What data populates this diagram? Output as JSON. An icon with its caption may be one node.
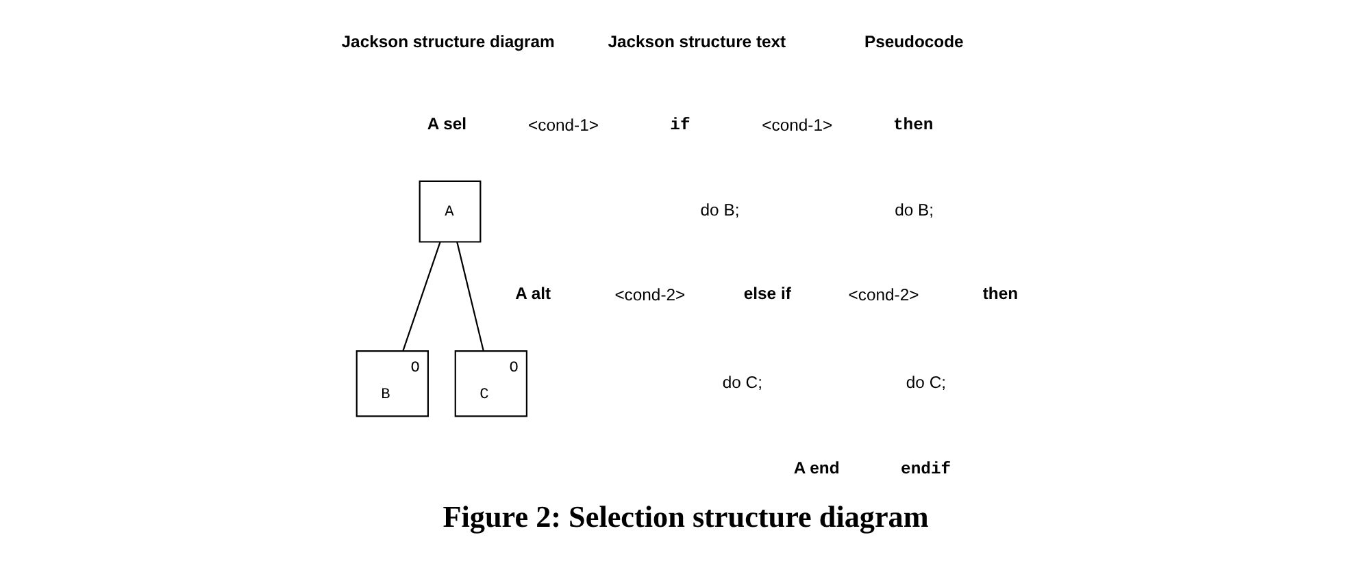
{
  "diagram": {
    "caption": "Figure 2: Selection structure diagram",
    "nodes": [
      {
        "text": [
          "A"
        ]
      },
      {
        "text": [
          "B",
          "O"
        ]
      },
      {
        "text": [
          "C",
          "O"
        ]
      }
    ],
    "edges": [
      {
        "from": 0,
        "to": 1,
        "arrow": "none"
      },
      {
        "from": 0,
        "to": 2,
        "arrow": "none"
      }
    ],
    "labels": [
      "Jackson structure diagram",
      "Jackson structure text",
      "Pseudocode",
      "A sel",
      "<cond-1>",
      "if",
      "<cond-1>",
      "then",
      "do B;",
      "do B;",
      "A alt",
      "<cond-2>",
      "else if",
      "<cond-2>",
      "then",
      "do C;",
      "do C;",
      "A end",
      "endif"
    ]
  }
}
